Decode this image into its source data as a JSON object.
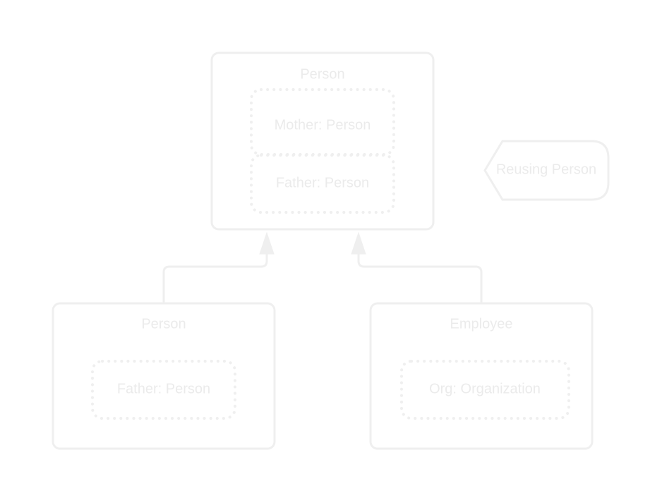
{
  "diagram": {
    "top_class": {
      "title": "Person",
      "slots": [
        "Mother: Person",
        "Father: Person"
      ]
    },
    "left_class": {
      "title": "Person",
      "slots": [
        "Father: Person"
      ]
    },
    "right_class": {
      "title": "Employee",
      "slots": [
        "Org: Organization"
      ]
    },
    "note": "Reusing Person",
    "colors": {
      "stroke": "#efefef",
      "text": "#ebebeb",
      "background": "#ffffff"
    }
  }
}
